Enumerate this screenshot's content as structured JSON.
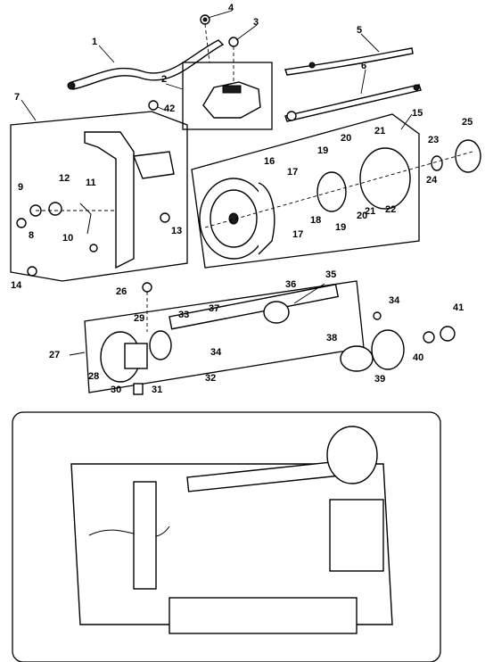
{
  "callouts": {
    "c1": "1",
    "c2": "2",
    "c3": "3",
    "c4": "4",
    "c5": "5",
    "c6": "6",
    "c7": "7",
    "c8": "8",
    "c9": "9",
    "c10": "10",
    "c11": "11",
    "c12": "12",
    "c13": "13",
    "c14": "14",
    "c15": "15",
    "c16": "16",
    "c17a": "17",
    "c17b": "17",
    "c18": "18",
    "c19a": "19",
    "c19b": "19",
    "c20a": "20",
    "c20b": "20",
    "c21a": "21",
    "c21b": "21",
    "c22": "22",
    "c23": "23",
    "c24": "24",
    "c25": "25",
    "c26": "26",
    "c27": "27",
    "c28": "28",
    "c29": "29",
    "c30": "30",
    "c31": "31",
    "c32": "32",
    "c33": "33",
    "c34a": "34",
    "c34b": "34",
    "c35": "35",
    "c36": "36",
    "c37": "37",
    "c38": "38",
    "c39": "39",
    "c40": "40",
    "c41": "41",
    "c42": "42"
  }
}
